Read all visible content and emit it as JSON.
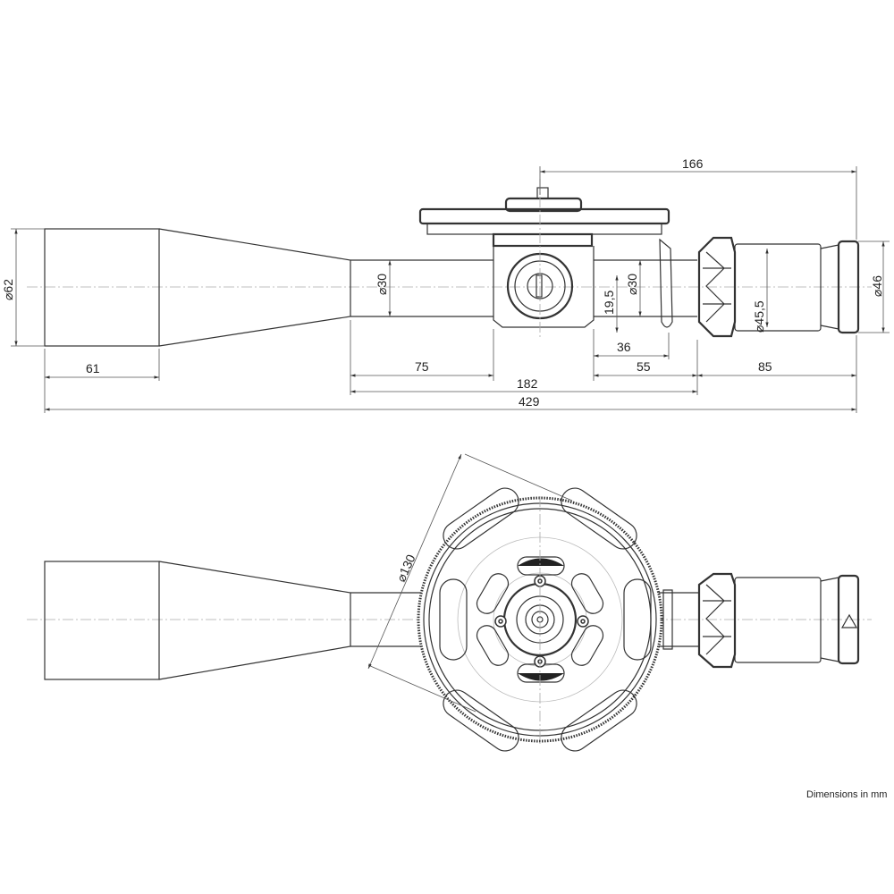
{
  "title": "Riflescope dimension drawing",
  "dimensions": {
    "turret_to_eyepiece": "166",
    "objective_diameter": "⌀62",
    "objective_length": "61",
    "tube_diameter_front": "⌀30",
    "tube_diameter_rear": "⌀30",
    "turret_height": "19,5",
    "turret_offset": "36",
    "front_tube_length": "75",
    "rear_tube_length": "55",
    "eyepiece_length": "85",
    "mid_length": "182",
    "total_length": "429",
    "eyepiece_ring_diameter": "⌀45,5",
    "eyepiece_diameter": "⌀46",
    "turret_wheel_diameter": "⌀130"
  },
  "note": "Dimensions in mm"
}
